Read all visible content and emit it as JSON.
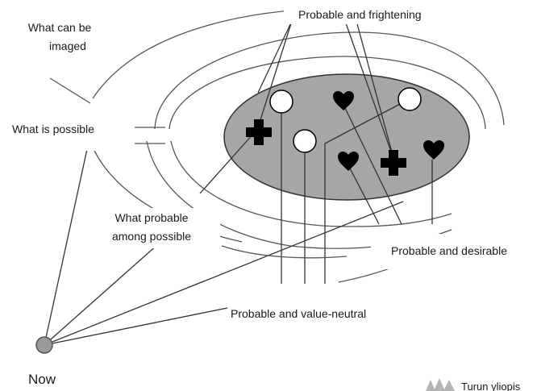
{
  "diagram": {
    "labels": {
      "imagined_line1": "What can be",
      "imagined_line2": "imaged",
      "possible": "What is possible",
      "probable_line1": "What probable",
      "probable_line2": "among possible",
      "frightening": "Probable and frightening",
      "desirable": "Probable and desirable",
      "neutral": "Probable and value-neutral",
      "now": "Now",
      "logo": "Turun yliopis"
    },
    "symbols": {
      "value_neutral": "circle",
      "frightening": "cross",
      "desirable": "heart"
    },
    "colors": {
      "probable_ellipse_fill": "#a6a6a6",
      "now_point_fill": "#9a9a9a",
      "symbol_fill": "#000000"
    }
  }
}
